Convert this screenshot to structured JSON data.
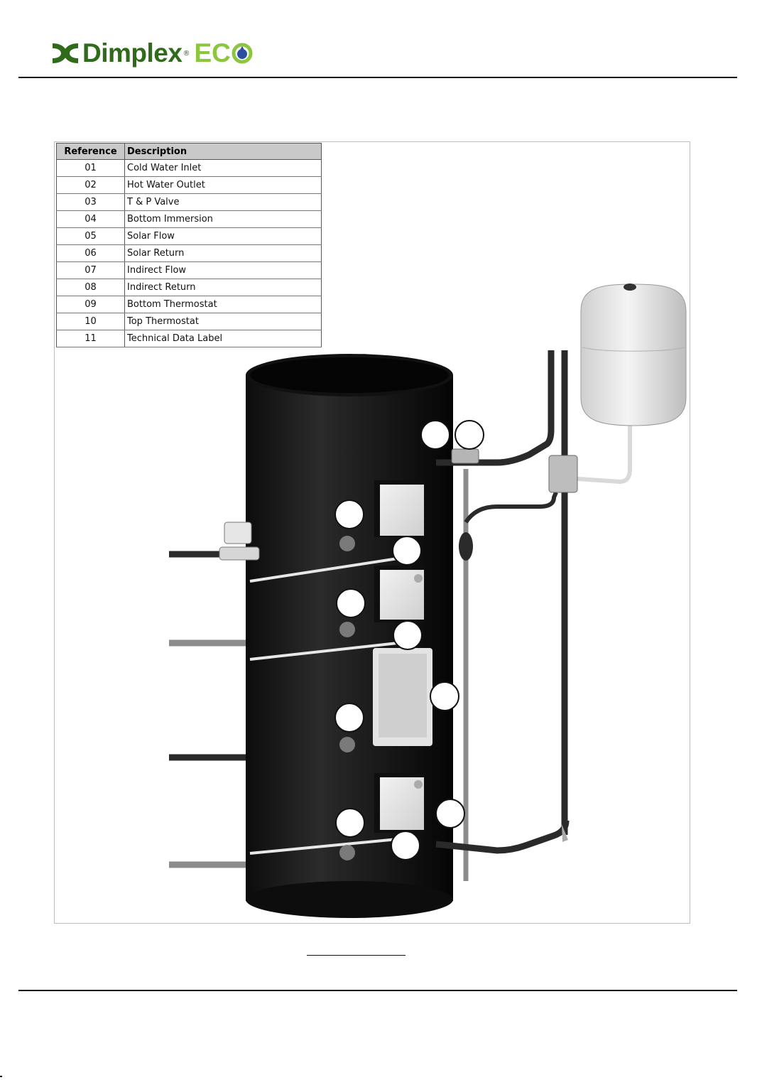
{
  "logo": {
    "brand": "Dimplex",
    "reg_mark": "®",
    "eco": "EC"
  },
  "table": {
    "headers": [
      "Reference",
      "Description"
    ],
    "rows": [
      [
        "01",
        "Cold Water Inlet"
      ],
      [
        "02",
        "Hot Water Outlet"
      ],
      [
        "03",
        "T & P Valve"
      ],
      [
        "04",
        "Bottom Immersion"
      ],
      [
        "05",
        "Solar Flow"
      ],
      [
        "06",
        "Solar Return"
      ],
      [
        "07",
        "Indirect Flow"
      ],
      [
        "08",
        "Indirect Return"
      ],
      [
        "09",
        "Bottom Thermostat"
      ],
      [
        "10",
        "Top Thermostat"
      ],
      [
        "11",
        "Technical Data Label"
      ]
    ]
  },
  "colors": {
    "brand_green": "#2f6b1a",
    "eco_green": "#8cc63f",
    "cylinder": "#1a1a1a",
    "pipe_dark": "#2a2a2a",
    "pipe_grey": "#8c8c8c"
  }
}
